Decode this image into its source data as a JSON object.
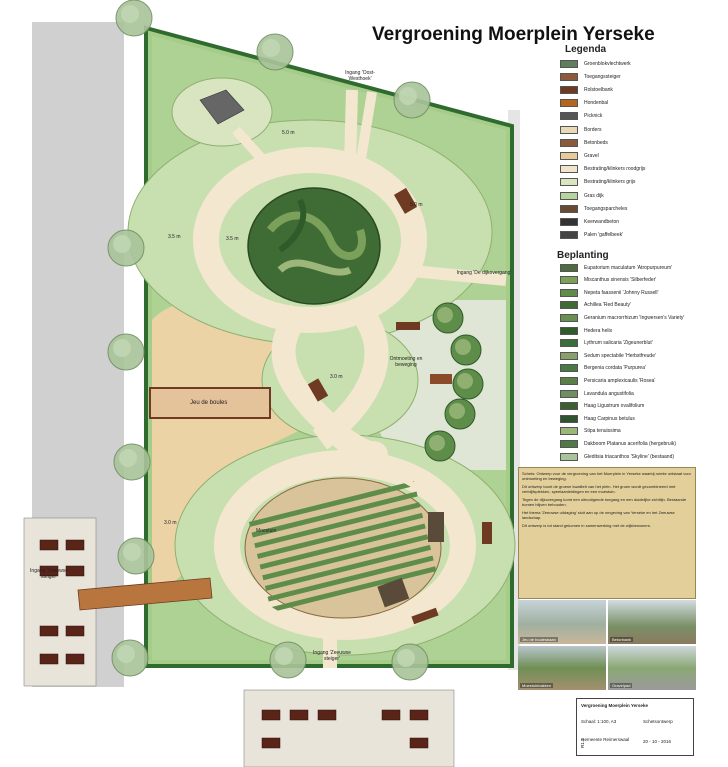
{
  "title": "Vergroening Moerplein Yerseke",
  "legend": {
    "heading": "Legenda",
    "items": [
      {
        "label": "Groenblokvlechtwerk",
        "color": "#5f7f5a"
      },
      {
        "label": "Toegangssteiger",
        "color": "#8a5a3a"
      },
      {
        "label": "Rolstoelbank",
        "color": "#6e3b22"
      },
      {
        "label": "Hondenbal",
        "color": "#b5651d"
      },
      {
        "label": "Picknick",
        "color": "#555555"
      },
      {
        "label": "Borders",
        "color": "#e8d9b8"
      },
      {
        "label": "Betonbeds",
        "color": "#8b5a3c"
      },
      {
        "label": "Gravel",
        "color": "#e8c99a"
      },
      {
        "label": "Bestrating/klinkers roodgrijs",
        "color": "#f1e4cc"
      },
      {
        "label": "Bestrating/klinkers grijs",
        "color": "#d9e5c1"
      },
      {
        "label": "Gras dijk",
        "color": "#b7d4a0"
      },
      {
        "label": "Toegangsparcheles",
        "color": "#6a4a30"
      },
      {
        "label": "Keerwandbeton",
        "color": "#333333"
      },
      {
        "label": "Palen 'gaffelbeek'",
        "color": "#444444"
      }
    ]
  },
  "beplanting": {
    "heading": "Beplanting",
    "items": [
      {
        "label": "Eupatorium maculatum 'Atropurpureum'",
        "color": "#4d6b3f"
      },
      {
        "label": "Miscanthus sinensis 'Silberfeder'",
        "color": "#7aa05a"
      },
      {
        "label": "Nepeta faassenii 'Johnny Russell'",
        "color": "#5e8d4a"
      },
      {
        "label": "Achillea 'Red Beauty'",
        "color": "#3f6b35"
      },
      {
        "label": "Geranium macrorrhizum 'Ingwersen's Variety'",
        "color": "#6a8f52"
      },
      {
        "label": "Hedera helix",
        "color": "#2f5a2a"
      },
      {
        "label": "Lythrum salicaria 'Zigeunerblut'",
        "color": "#3a6e3a"
      },
      {
        "label": "Sedum spectabile 'Herbstfreude'",
        "color": "#8aa06a"
      },
      {
        "label": "Bergenia cordata 'Purpurea'",
        "color": "#4a7a44"
      },
      {
        "label": "Persicaria amplexicaulis 'Rosea'",
        "color": "#5a8048"
      },
      {
        "label": "Lavandula angustifolia",
        "color": "#6f8f60"
      },
      {
        "label": "Haag Ligustrum ovalifolium",
        "color": "#3b5e33"
      },
      {
        "label": "Haag Carpinus betulus",
        "color": "#2e5530"
      },
      {
        "label": "Stipa tenuissima",
        "color": "#9db77a"
      },
      {
        "label": "Dakboom Platanus acerifolia (hergebruik)",
        "color": "#4f7a45"
      },
      {
        "label": "Gleditsia triacanthos 'Skyline' (bestaand)",
        "color": "#a9c49a"
      }
    ]
  },
  "map_labels": {
    "ingang_top": "Ingang 'Oost-Westhoek'",
    "ingang_right": "Ingang 'De dijkovergang'",
    "ingang_left": "Ingang 'Zeeuwse steiger'",
    "ingang_bottom": "Ingang 'Zeeuwse steiger'",
    "jeu": "Jeu de boules",
    "ontmoeting": "Ontmoeting en beweging",
    "moestuin": "Moestuin",
    "dim_1": "5.0 m",
    "dim_2": "5.0 m",
    "dim_3": "3.5 m",
    "dim_4": "3.0 m",
    "dim_5": "3.0 m",
    "dim_6": "3.5 m"
  },
  "notes": [
    "Schets: Ontwerp voor de vergroening van het Moerplein in Yerseke waarbij ruimte ontstaat voor ontmoeting en beweging.",
    "Dit ontwerp toont de groene kwaliteit van het plein. Het groen wordt gecombineerd met verblijfsplekken, speelaanleidingen en een moestuin.",
    "Tegen de dijkovergang komt een uitnodigende toegang en een duidelijke zichtlijn. Bestaande bomen blijven behouden.",
    "Het thema 'Zeeuwse uitdaging' sluit aan op de omgeving van Yerseke en het Zeeuwse landschap.",
    "Dit ontwerp is tot stand gekomen in samenwerking met de wijkbewoners."
  ],
  "photos": [
    {
      "caption": "Jeu de boulesbaan"
    },
    {
      "caption": "Betonbank"
    },
    {
      "caption": "Moestuinbakken"
    },
    {
      "caption": "Gravelpad"
    }
  ],
  "titleblock": {
    "project": "Vergroening Moerplein Yerseke",
    "schaal": "Schaal: 1:100, A3",
    "status": "Schetsontwerp",
    "bureau": "Gemeente Reimerswaal",
    "datum": "20 - 10 - 2016",
    "vertical": "R1.1"
  },
  "colors": {
    "grass": "#a9cf8e",
    "grass_light": "#c8dfb0",
    "path": "#f3e7cf",
    "hedge": "#2f6b2f",
    "gravel": "#ecd3a6",
    "street": "#cfcfcf",
    "plaza": "#e1e6d6"
  }
}
